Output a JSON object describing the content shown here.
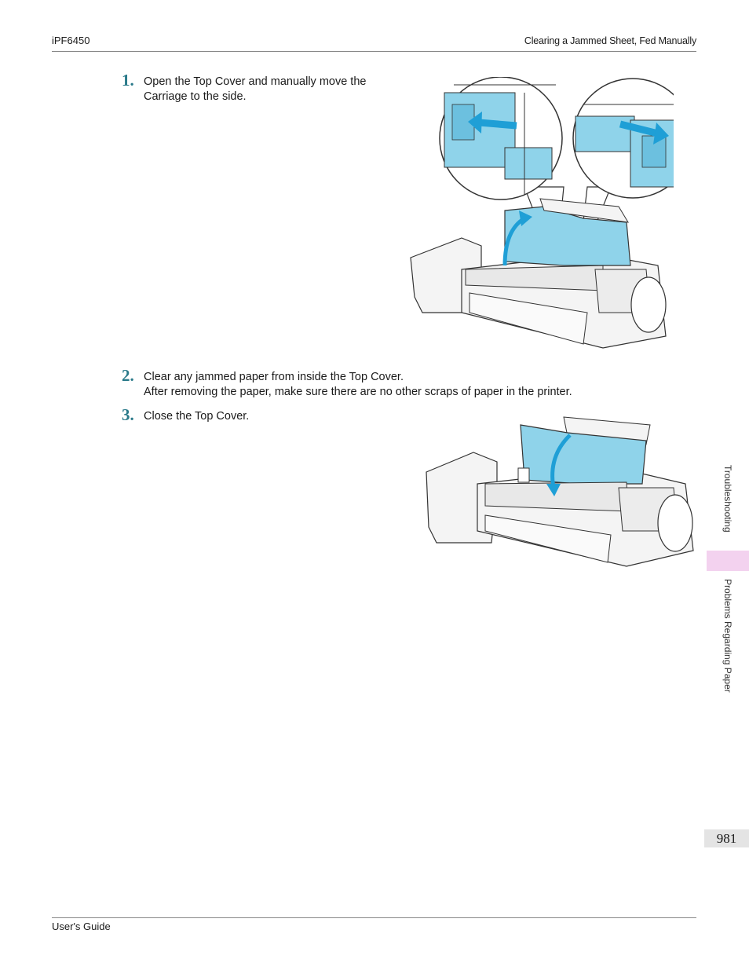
{
  "header": {
    "model": "iPF6450",
    "section_title": "Clearing a Jammed Sheet, Fed Manually"
  },
  "steps": [
    {
      "number": "1.",
      "text_line1": "Open the Top Cover and manually move the",
      "text_line2": "Carriage to the side."
    },
    {
      "number": "2.",
      "text_line1": "Clear any jammed paper from inside the Top Cover.",
      "text_line2": "After removing the paper, make sure there are no other scraps of paper in the printer."
    },
    {
      "number": "3.",
      "text_line1": "Close the Top Cover."
    }
  ],
  "sidebar": {
    "chapter": "Troubleshooting",
    "subsection": "Problems Regarding Paper",
    "page_number": "981"
  },
  "footer": {
    "guide": "User's Guide"
  },
  "colors": {
    "accent": "#2a7a8a",
    "tab": "#f3d2ef",
    "cover": "#8fd3ea",
    "arrow": "#1f9fd6"
  }
}
